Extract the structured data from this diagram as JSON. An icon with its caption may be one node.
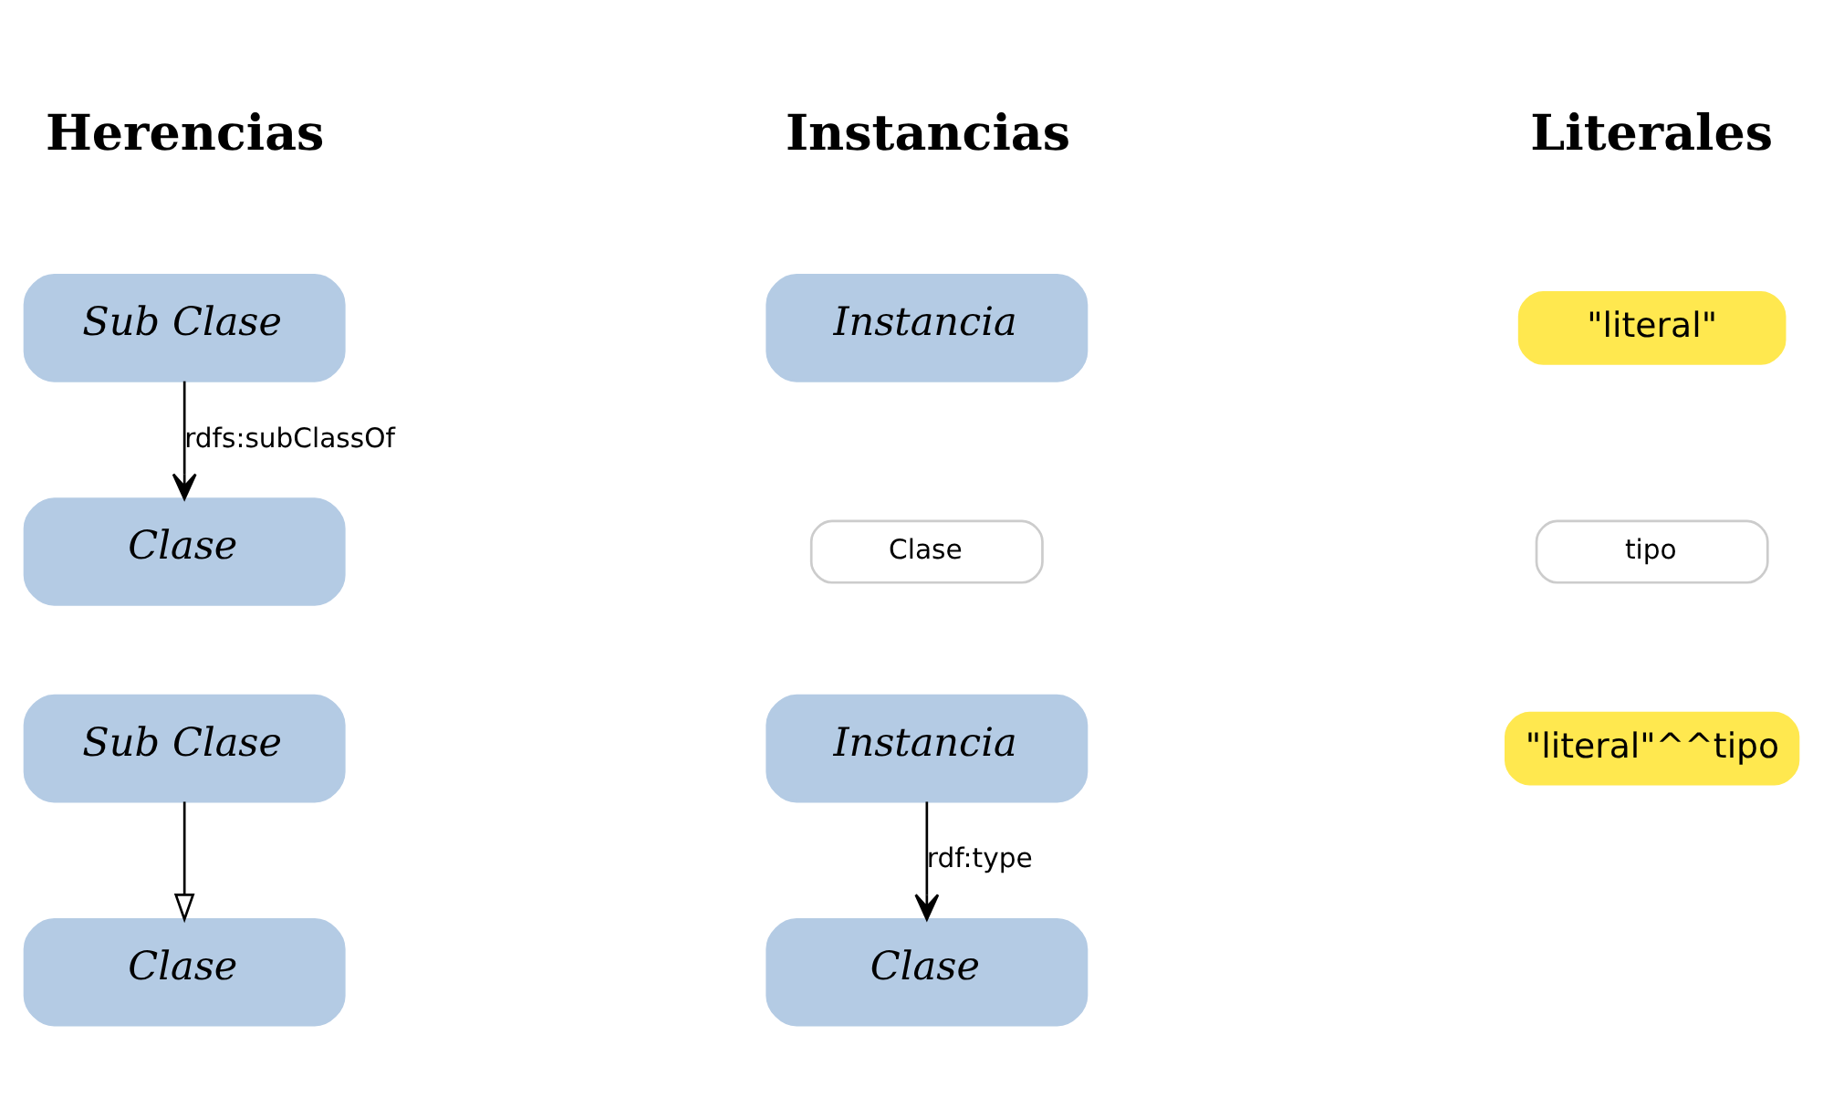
{
  "diagram": {
    "nodes": [
      {
        "text": [
          "Sub Clase"
        ]
      },
      {
        "text": [
          "Clase"
        ]
      },
      {
        "text": [
          "Instancia"
        ]
      },
      {
        "text": [
          "Clase"
        ]
      },
      {
        "text": [
          "\"literal\""
        ]
      },
      {
        "text": [
          "tipo"
        ]
      },
      {
        "text": [
          "Sub Clase"
        ]
      },
      {
        "text": [
          "Clase"
        ]
      },
      {
        "text": [
          "Instancia"
        ]
      },
      {
        "text": [
          "Clase"
        ]
      },
      {
        "text": [
          "\"literal\"^^tipo"
        ]
      }
    ],
    "edges": [
      {
        "from": 0,
        "to": 1,
        "arrow": "to",
        "label": "rdfs:subClassOf"
      },
      {
        "from": 6,
        "to": 7,
        "arrow": "to"
      },
      {
        "from": 8,
        "to": 9,
        "arrow": "to",
        "label": "rdf:type"
      }
    ],
    "labels": [
      "Herencias",
      "Instancias",
      "Literales"
    ]
  }
}
